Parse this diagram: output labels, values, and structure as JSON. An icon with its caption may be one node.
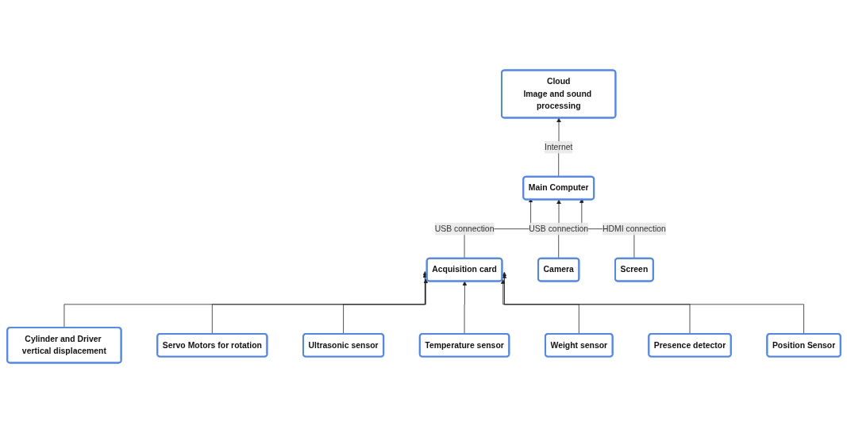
{
  "diagram": {
    "nodes": [
      {
        "text": [
          "Cloud",
          "Image and sound processing"
        ]
      },
      {
        "text": [
          "Main Computer"
        ]
      },
      {
        "text": [
          "Acquisition card"
        ]
      },
      {
        "text": [
          "Camera"
        ]
      },
      {
        "text": [
          "Screen"
        ]
      },
      {
        "text": [
          "Cylinder and Driver vertical displacement"
        ]
      },
      {
        "text": [
          "Servo Motors for rotation"
        ]
      },
      {
        "text": [
          "Ultrasonic sensor"
        ]
      },
      {
        "text": [
          "Temperature sensor"
        ]
      },
      {
        "text": [
          "Weight sensor"
        ]
      },
      {
        "text": [
          "Presence detector"
        ]
      },
      {
        "text": [
          "Position Sensor"
        ]
      }
    ],
    "edges": [
      {
        "from": 1,
        "to": 0,
        "arrow": "to",
        "label": "Internet"
      },
      {
        "from": 2,
        "to": 1,
        "arrow": "to",
        "label": "USB connection"
      },
      {
        "from": 3,
        "to": 1,
        "arrow": "to",
        "label": "USB connection"
      },
      {
        "from": 4,
        "to": 1,
        "arrow": "to",
        "label": "HDMI connection"
      },
      {
        "from": 5,
        "to": 2,
        "arrow": "to"
      },
      {
        "from": 6,
        "to": 2,
        "arrow": "to"
      },
      {
        "from": 7,
        "to": 2,
        "arrow": "to"
      },
      {
        "from": 8,
        "to": 2,
        "arrow": "to"
      },
      {
        "from": 9,
        "to": 2,
        "arrow": "to"
      },
      {
        "from": 10,
        "to": 2,
        "arrow": "to"
      },
      {
        "from": 11,
        "to": 2,
        "arrow": "to"
      }
    ]
  }
}
